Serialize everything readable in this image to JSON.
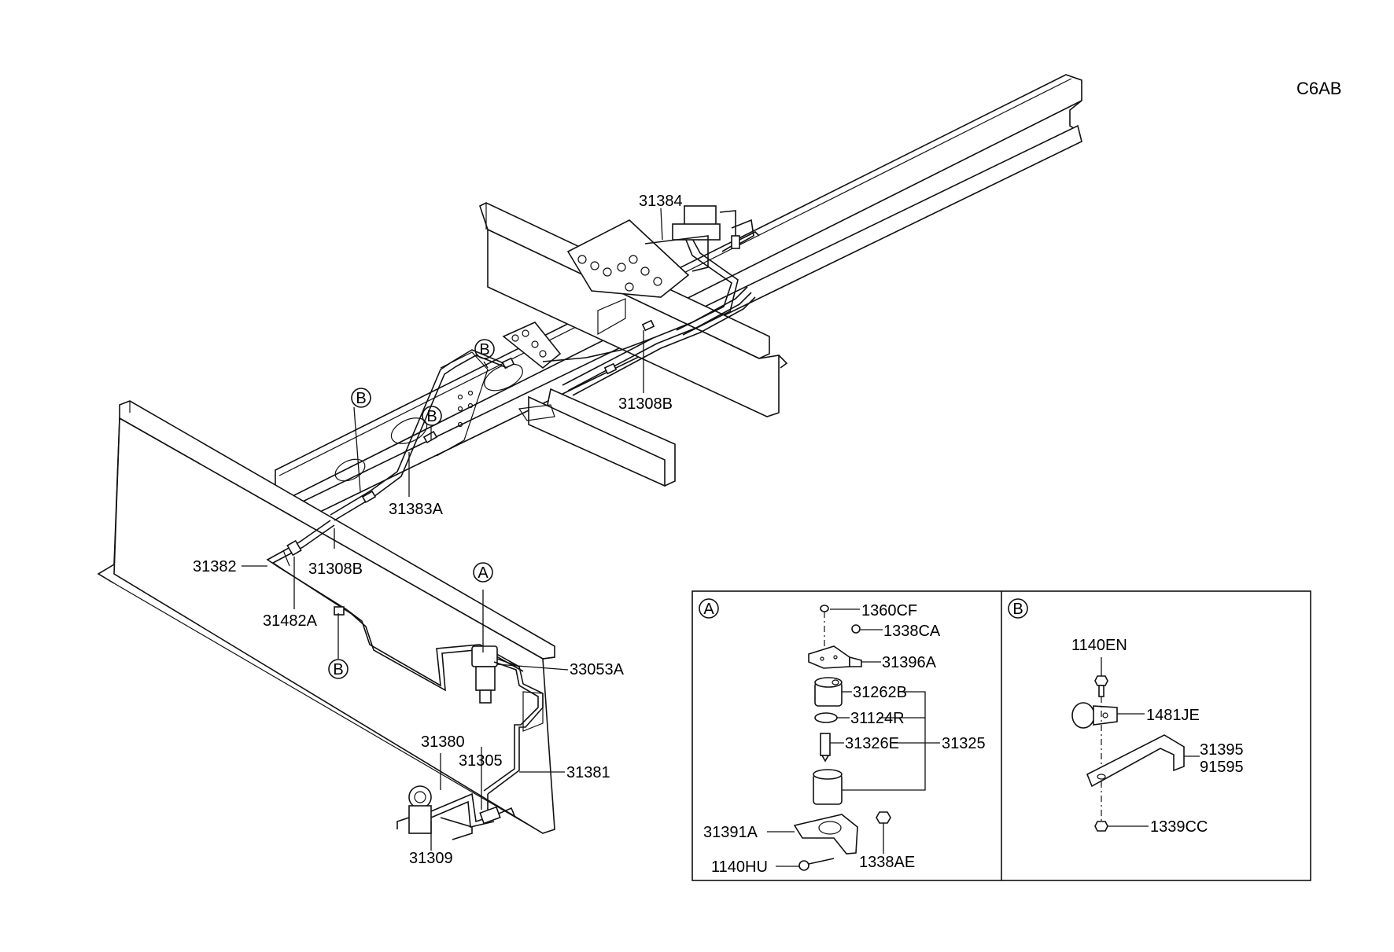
{
  "diagram_code": "C6AB",
  "callouts": {
    "a": "A",
    "b": "B"
  },
  "main_labels": {
    "p31384": "31384",
    "p31308b_top": "31308B",
    "p31383a": "31383A",
    "p31382": "31382",
    "p31308b_bottom": "31308B",
    "p31482a": "31482A",
    "p33053a": "33053A",
    "p31380": "31380",
    "p31305": "31305",
    "p31381": "31381",
    "p31309": "31309"
  },
  "detail_a": {
    "p1360cf": "1360CF",
    "p1338ca": "1338CA",
    "p31396a": "31396A",
    "p31262b": "31262B",
    "p31124r": "31124R",
    "p31326e": "31326E",
    "p31325": "31325",
    "p31391a": "31391A",
    "p1338ae": "1338AE",
    "p1140hu": "1140HU"
  },
  "detail_b": {
    "p1140en": "1140EN",
    "p1481je": "1481JE",
    "p31395": "31395",
    "p91595": "91595",
    "p1339cc": "1339CC"
  }
}
